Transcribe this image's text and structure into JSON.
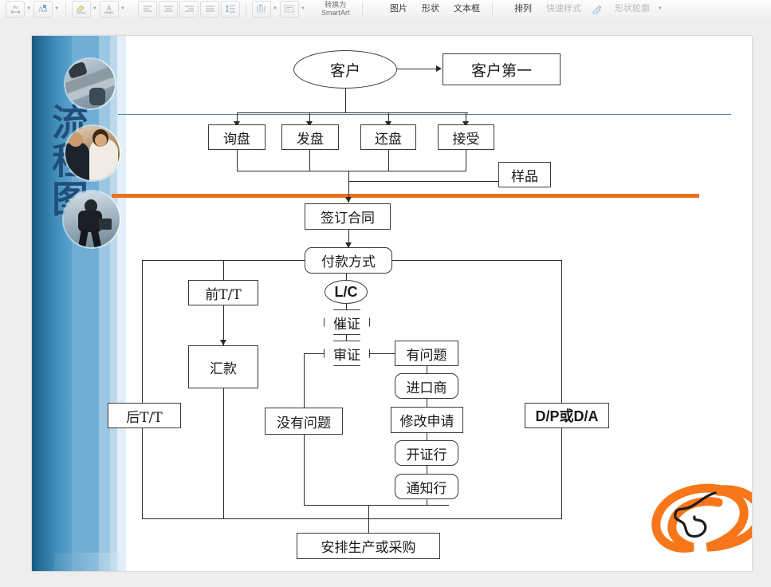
{
  "ribbon": {
    "groups": [
      {
        "name": "font-extras",
        "buttons": [
          {
            "icon": "character-spacing-icon",
            "label": ""
          },
          {
            "icon": "change-case-icon",
            "label": ""
          },
          {
            "icon": "text-highlight-color-icon",
            "label": ""
          },
          {
            "icon": "font-color-icon",
            "label": ""
          }
        ]
      },
      {
        "name": "paragraph",
        "buttons": [
          {
            "icon": "align-left-icon",
            "label": ""
          },
          {
            "icon": "align-center-icon",
            "label": ""
          },
          {
            "icon": "align-right-icon",
            "label": ""
          },
          {
            "icon": "justify-icon",
            "label": ""
          },
          {
            "icon": "line-spacing-icon",
            "label": ""
          },
          {
            "icon": "text-direction-icon",
            "label": ""
          },
          {
            "icon": "align-text-icon",
            "label": ""
          }
        ]
      }
    ],
    "smartart_label_line1": "转换为",
    "smartart_label_line2": "SmartArt",
    "picture_label": "图片",
    "shape_label": "形状",
    "textbox_label": "文本框",
    "arrange_label": "排列",
    "quickstyle_label": "快速样式",
    "shapeoutline_label": "形状轮廓"
  },
  "slide": {
    "side_title": "流程图",
    "accent_blue": "#4e87a8",
    "accent_orange": "#ea6f1e",
    "logo_name": "alibaba-logo",
    "photos": [
      "office-desk-photo",
      "business-meeting-photo",
      "walking-businessman-photo"
    ]
  },
  "chart_data": {
    "type": "diagram",
    "title": "流程图",
    "nodes": [
      {
        "id": "customer",
        "label": "客户",
        "shape": "oval"
      },
      {
        "id": "customer_first",
        "label": "客户第一",
        "shape": "rect"
      },
      {
        "id": "inquiry",
        "label": "询盘",
        "shape": "rect"
      },
      {
        "id": "offer",
        "label": "发盘",
        "shape": "rect"
      },
      {
        "id": "counter_offer",
        "label": "还盘",
        "shape": "rect"
      },
      {
        "id": "accept",
        "label": "接受",
        "shape": "rect"
      },
      {
        "id": "sample",
        "label": "样品",
        "shape": "rect"
      },
      {
        "id": "sign_contract",
        "label": "签订合同",
        "shape": "rect"
      },
      {
        "id": "payment_method",
        "label": "付款方式",
        "shape": "rounded"
      },
      {
        "id": "front_tt",
        "label": "前T/T",
        "shape": "rect"
      },
      {
        "id": "remittance",
        "label": "汇款",
        "shape": "rect"
      },
      {
        "id": "back_tt",
        "label": "后T/T",
        "shape": "rect"
      },
      {
        "id": "lc",
        "label": "L/C",
        "shape": "oval"
      },
      {
        "id": "urge_lc",
        "label": "催证",
        "shape": "octagon"
      },
      {
        "id": "check_lc",
        "label": "审证",
        "shape": "octagon"
      },
      {
        "id": "has_problem",
        "label": "有问题",
        "shape": "rect"
      },
      {
        "id": "importer",
        "label": "进口商",
        "shape": "rounded"
      },
      {
        "id": "amend_request",
        "label": "修改申请",
        "shape": "rect"
      },
      {
        "id": "issuing_bank",
        "label": "开证行",
        "shape": "rounded"
      },
      {
        "id": "advising_bank",
        "label": "通知行",
        "shape": "rounded"
      },
      {
        "id": "no_problem",
        "label": "没有问题",
        "shape": "rect"
      },
      {
        "id": "dp_or_da",
        "label": "D/P或D/A",
        "shape": "rect"
      },
      {
        "id": "arrange",
        "label": "安排生产或采购",
        "shape": "rect"
      }
    ],
    "edges": [
      {
        "from": "customer",
        "to": "customer_first"
      },
      {
        "from": "customer",
        "to": "inquiry"
      },
      {
        "from": "customer",
        "to": "offer"
      },
      {
        "from": "customer",
        "to": "counter_offer"
      },
      {
        "from": "customer",
        "to": "accept"
      },
      {
        "from": "inquiry",
        "to": "sign_contract"
      },
      {
        "from": "offer",
        "to": "sign_contract"
      },
      {
        "from": "counter_offer",
        "to": "sign_contract"
      },
      {
        "from": "accept",
        "to": "sign_contract"
      },
      {
        "from": "sample",
        "to": "sign_contract"
      },
      {
        "from": "sign_contract",
        "to": "payment_method"
      },
      {
        "from": "payment_method",
        "to": "front_tt"
      },
      {
        "from": "front_tt",
        "to": "remittance"
      },
      {
        "from": "payment_method",
        "to": "back_tt"
      },
      {
        "from": "payment_method",
        "to": "lc"
      },
      {
        "from": "lc",
        "to": "urge_lc"
      },
      {
        "from": "urge_lc",
        "to": "check_lc"
      },
      {
        "from": "check_lc",
        "to": "has_problem"
      },
      {
        "from": "has_problem",
        "to": "importer"
      },
      {
        "from": "importer",
        "to": "amend_request"
      },
      {
        "from": "amend_request",
        "to": "issuing_bank"
      },
      {
        "from": "issuing_bank",
        "to": "advising_bank"
      },
      {
        "from": "check_lc",
        "to": "no_problem"
      },
      {
        "from": "payment_method",
        "to": "dp_or_da"
      },
      {
        "from": "remittance",
        "to": "arrange"
      },
      {
        "from": "advising_bank",
        "to": "arrange"
      },
      {
        "from": "no_problem",
        "to": "arrange"
      },
      {
        "from": "dp_or_da",
        "to": "arrange"
      }
    ]
  }
}
